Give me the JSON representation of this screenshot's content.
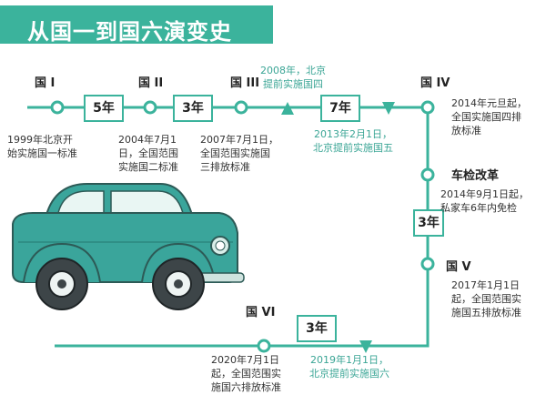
{
  "title": "从国一到国六演变史",
  "stages": [
    {
      "name": "国 I",
      "text": "1999年北京开\n始实施国一标准"
    },
    {
      "name": "国 II",
      "text": "2004年7月1\n日，全国范围\n实施国二标准"
    },
    {
      "name": "国 III",
      "text": "2007年7月1日，\n全国范围实施国\n三排放标准"
    },
    {
      "name": "国 IV",
      "text": "2014年元旦起，\n全国实施国四排\n放标准"
    },
    {
      "name": "国 V",
      "text": "2017年1月1日\n起，全国范围实\n施国五排放标准"
    },
    {
      "name": "国 VI",
      "text": "2020年7月1日\n起，全国范围实\n施国六排放标准"
    }
  ],
  "gaps": [
    "5年",
    "3年",
    "7年",
    "3年",
    "3年"
  ],
  "beijing_notes": [
    "2008年，北京\n提前实施国四",
    "2013年2月1日，\n北京提前实施国五",
    "2019年1月1日，\n北京提前实施国六"
  ],
  "reform": {
    "title": "车检改革",
    "text": "2014年9月1日起，\n私家车6年内免检"
  },
  "colors": {
    "accent": "#3bb39c",
    "car_body": "#3aa59b",
    "note_text": "#3aa595"
  }
}
